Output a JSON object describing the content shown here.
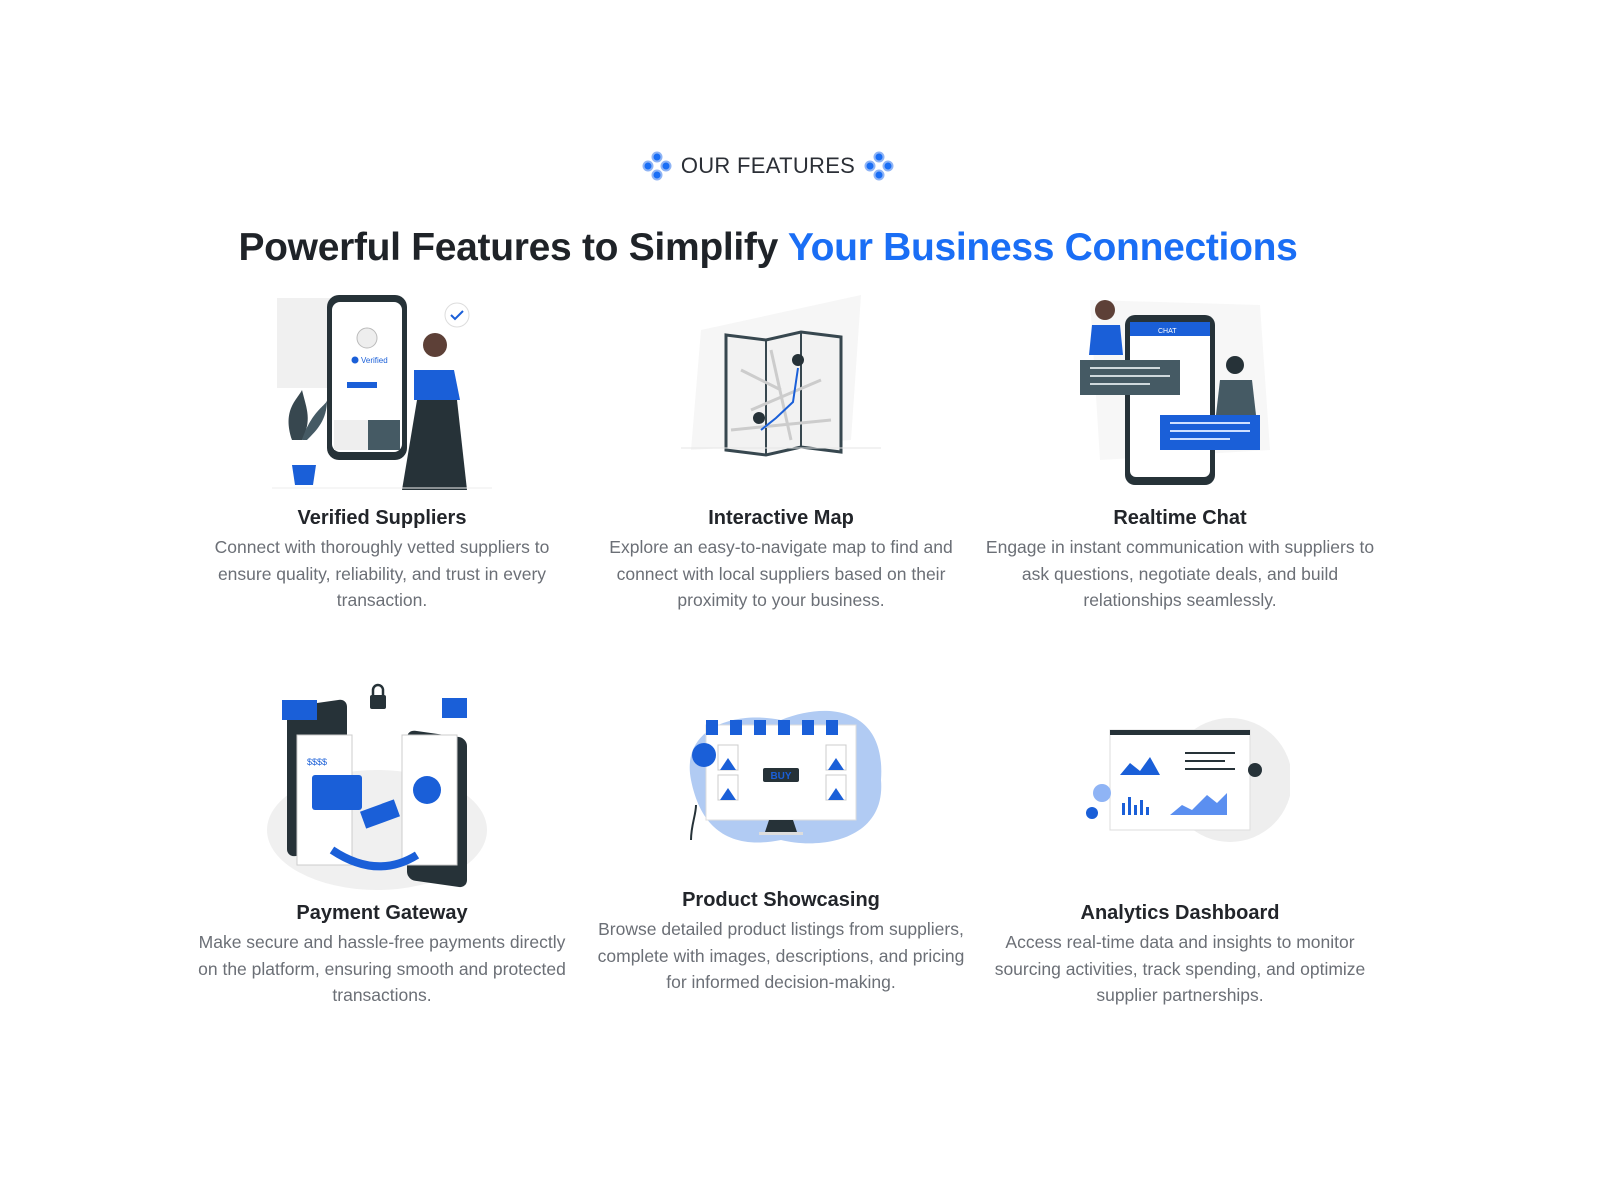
{
  "section": {
    "eyebrow": "OUR FEATURES",
    "title_main": "Powerful Features to Simplify ",
    "title_accent": "Your Business Connections",
    "accent_color": "#1a6ef5",
    "eyebrow_icon": "four-circle-ornament-icon"
  },
  "features": [
    {
      "title": "Verified Suppliers",
      "description": "Connect with thoroughly vetted suppliers to ensure quality, reliability, and trust in every transaction.",
      "illustration": "verified-phone-illustration",
      "illustration_text": "Verified"
    },
    {
      "title": "Interactive Map",
      "description": "Explore an easy-to-navigate map to find and connect with local suppliers based on their proximity to your business.",
      "illustration": "folded-map-illustration"
    },
    {
      "title": "Realtime Chat",
      "description": "Engage in instant communication with suppliers to ask questions, negotiate deals, and build relationships seamlessly.",
      "illustration": "chat-phone-illustration",
      "illustration_text": "CHAT"
    },
    {
      "title": "Payment Gateway",
      "description": "Make secure and hassle-free payments directly on the platform, ensuring smooth and protected transactions.",
      "illustration": "payment-transfer-illustration",
      "illustration_text": "$$$$"
    },
    {
      "title": "Product Showcasing",
      "description": "Browse detailed product listings from suppliers, complete with images, descriptions, and pricing for informed decision-making.",
      "illustration": "storefront-monitor-illustration",
      "illustration_text": "BUY"
    },
    {
      "title": "Analytics Dashboard",
      "description": "Access real-time data and insights to monitor sourcing activities, track spending, and optimize supplier partnerships.",
      "illustration": "analytics-dashboard-illustration"
    }
  ]
}
